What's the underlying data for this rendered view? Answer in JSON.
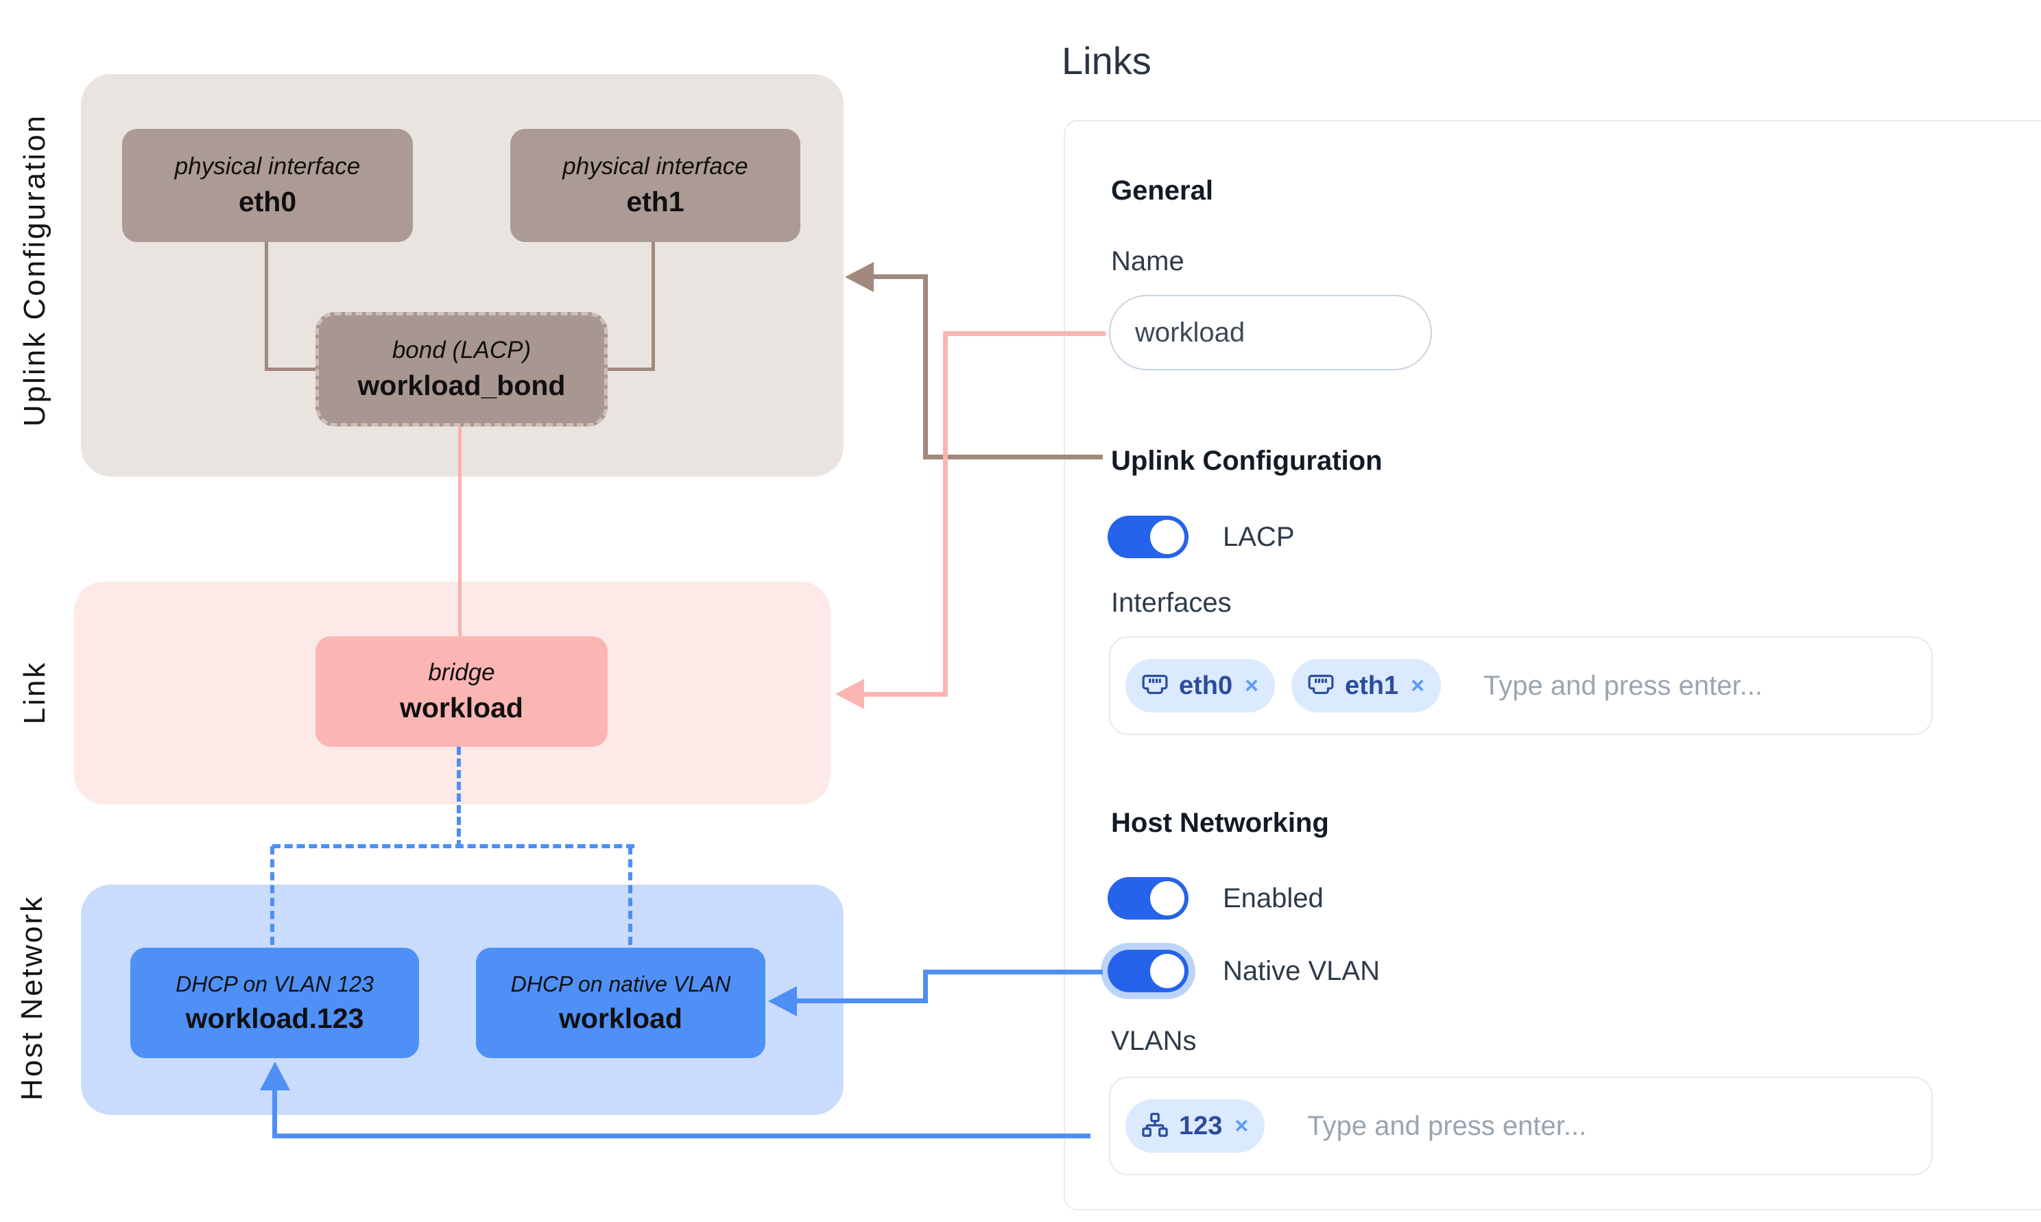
{
  "diagram": {
    "uplink_section": {
      "label": "Uplink Configuration",
      "eth0": {
        "type_label": "physical interface",
        "name": "eth0"
      },
      "eth1": {
        "type_label": "physical interface",
        "name": "eth1"
      },
      "bond": {
        "type_label": "bond (LACP)",
        "name": "workload_bond"
      }
    },
    "link_section": {
      "label": "Link",
      "bridge": {
        "type_label": "bridge",
        "name": "workload"
      }
    },
    "host_section": {
      "label": "Host Network",
      "vlan123": {
        "type_label": "DHCP on VLAN 123",
        "name": "workload.123"
      },
      "native": {
        "type_label": "DHCP on native VLAN",
        "name": "workload"
      }
    }
  },
  "panel": {
    "title": "Links",
    "general": {
      "heading": "General",
      "name_label": "Name",
      "name_value": "workload"
    },
    "uplink": {
      "heading": "Uplink Configuration",
      "lacp_label": "LACP",
      "lacp_state": "on",
      "interfaces_label": "Interfaces",
      "chips": [
        {
          "label": "eth0",
          "icon": "ethernet-port-icon"
        },
        {
          "label": "eth1",
          "icon": "ethernet-port-icon"
        }
      ],
      "placeholder": "Type and press enter..."
    },
    "host": {
      "heading": "Host Networking",
      "enabled_label": "Enabled",
      "enabled_state": "on",
      "native_vlan_label": "Native VLAN",
      "native_vlan_state": "on",
      "vlans_label": "VLANs",
      "chips": [
        {
          "label": "123",
          "icon": "vlan-tree-icon"
        }
      ],
      "placeholder": "Type and press enter..."
    },
    "chip_remove_glyph": "×"
  },
  "colors": {
    "uplink_zone_bg": "#E9E4E0",
    "uplink_node_bg": "#AC9B94",
    "link_zone_bg": "#FDE9E8",
    "bridge_node_bg": "#FBB5B3",
    "host_zone_bg": "#C9DCFD",
    "host_node_bg": "#4E90F6",
    "brown_arrow": "#A1897D",
    "pink_arrow": "#FAB4B1",
    "blue_arrow": "#4E8EF5",
    "toggle_on": "#2563EB",
    "chip_bg": "#DBEAFE",
    "chip_text": "#2C4C9C"
  }
}
